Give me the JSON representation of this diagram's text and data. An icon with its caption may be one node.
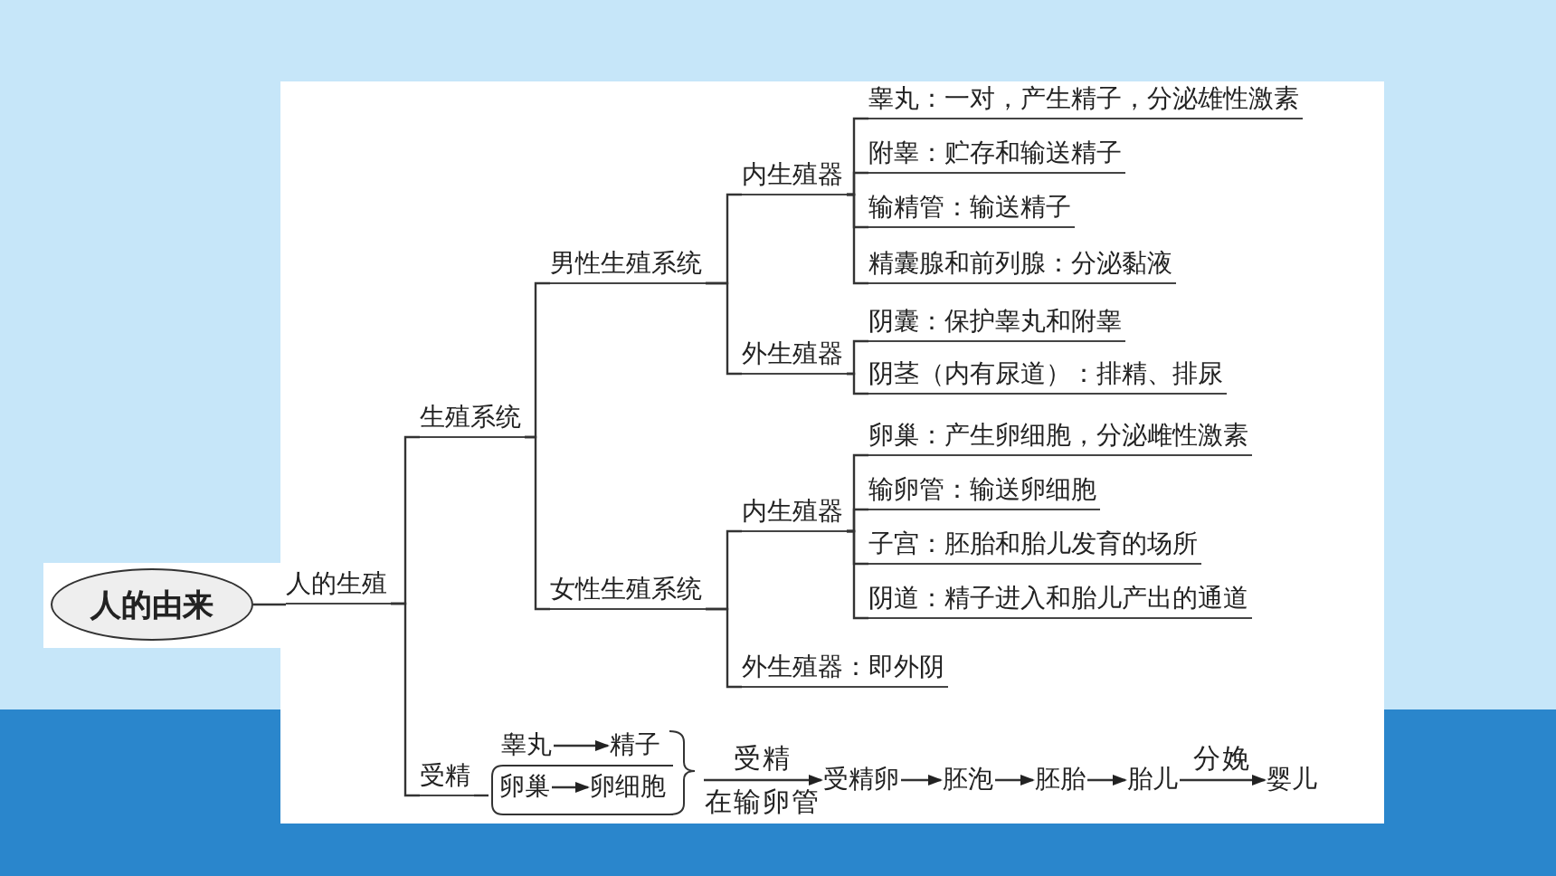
{
  "diagram": {
    "nodes": [
      {
        "text": [
          "人的由来"
        ]
      },
      {
        "text": [
          "人的生殖"
        ]
      },
      {
        "text": [
          "生殖系统"
        ]
      },
      {
        "text": [
          "男性生殖系统"
        ]
      },
      {
        "text": [
          "内生殖器"
        ]
      },
      {
        "text": [
          "睾丸：一对，产生精子，分泌雄性激素"
        ]
      },
      {
        "text": [
          "附睾：贮存和输送精子"
        ]
      },
      {
        "text": [
          "输精管：输送精子"
        ]
      },
      {
        "text": [
          "精囊腺和前列腺：分泌黏液"
        ]
      },
      {
        "text": [
          "外生殖器"
        ]
      },
      {
        "text": [
          "阴囊：保护睾丸和附睾"
        ]
      },
      {
        "text": [
          "阴茎（内有尿道）：排精、排尿"
        ]
      },
      {
        "text": [
          "女性生殖系统"
        ]
      },
      {
        "text": [
          "内生殖器"
        ]
      },
      {
        "text": [
          "卵巢：产生卵细胞，分泌雌性激素"
        ]
      },
      {
        "text": [
          "输卵管：输送卵细胞"
        ]
      },
      {
        "text": [
          "子宫：胚胎和胎儿发育的场所"
        ]
      },
      {
        "text": [
          "阴道：精子进入和胎儿产出的通道"
        ]
      },
      {
        "text": [
          "外生殖器：即外阴"
        ]
      },
      {
        "text": [
          "受精"
        ]
      },
      {
        "text": [],
        "shape": "bracket"
      },
      {
        "text": [
          "睾丸"
        ],
        "in": 20
      },
      {
        "text": [
          "精子"
        ],
        "in": 20
      },
      {
        "text": [
          "卵巢"
        ],
        "in": 20
      },
      {
        "text": [
          "卵细胞"
        ],
        "in": 20
      },
      {
        "text": [
          "受精卵"
        ]
      },
      {
        "text": [
          "胚泡"
        ]
      },
      {
        "text": [
          "胚胎"
        ]
      },
      {
        "text": [
          "胎儿"
        ]
      },
      {
        "text": [
          "婴儿"
        ]
      }
    ],
    "edges": [
      {
        "from": 0,
        "to": 1,
        "arrow": "none"
      },
      {
        "from": 1,
        "to": 2,
        "arrow": "none"
      },
      {
        "from": 1,
        "to": 19,
        "arrow": "none"
      },
      {
        "from": 2,
        "to": 3,
        "arrow": "none"
      },
      {
        "from": 2,
        "to": 12,
        "arrow": "none"
      },
      {
        "from": 3,
        "to": 4,
        "arrow": "none"
      },
      {
        "from": 3,
        "to": 9,
        "arrow": "none"
      },
      {
        "from": 4,
        "to": 5,
        "arrow": "none"
      },
      {
        "from": 4,
        "to": 6,
        "arrow": "none"
      },
      {
        "from": 4,
        "to": 7,
        "arrow": "none"
      },
      {
        "from": 4,
        "to": 8,
        "arrow": "none"
      },
      {
        "from": 9,
        "to": 10,
        "arrow": "none"
      },
      {
        "from": 9,
        "to": 11,
        "arrow": "none"
      },
      {
        "from": 12,
        "to": 13,
        "arrow": "none"
      },
      {
        "from": 12,
        "to": 18,
        "arrow": "none"
      },
      {
        "from": 13,
        "to": 14,
        "arrow": "none"
      },
      {
        "from": 13,
        "to": 15,
        "arrow": "none"
      },
      {
        "from": 13,
        "to": 16,
        "arrow": "none"
      },
      {
        "from": 13,
        "to": 17,
        "arrow": "none"
      },
      {
        "from": 19,
        "to": 20,
        "arrow": "none"
      },
      {
        "from": 21,
        "to": 22,
        "arrow": "to"
      },
      {
        "from": 23,
        "to": 24,
        "arrow": "to"
      },
      {
        "from": 20,
        "to": 25,
        "arrow": "to",
        "label": "受精"
      },
      {
        "from": 25,
        "to": 26,
        "arrow": "to"
      },
      {
        "from": 26,
        "to": 27,
        "arrow": "to"
      },
      {
        "from": 27,
        "to": 28,
        "arrow": "to"
      },
      {
        "from": 28,
        "to": 29,
        "arrow": "to",
        "label": "分娩"
      }
    ],
    "labels": [
      "在输卵管"
    ]
  }
}
